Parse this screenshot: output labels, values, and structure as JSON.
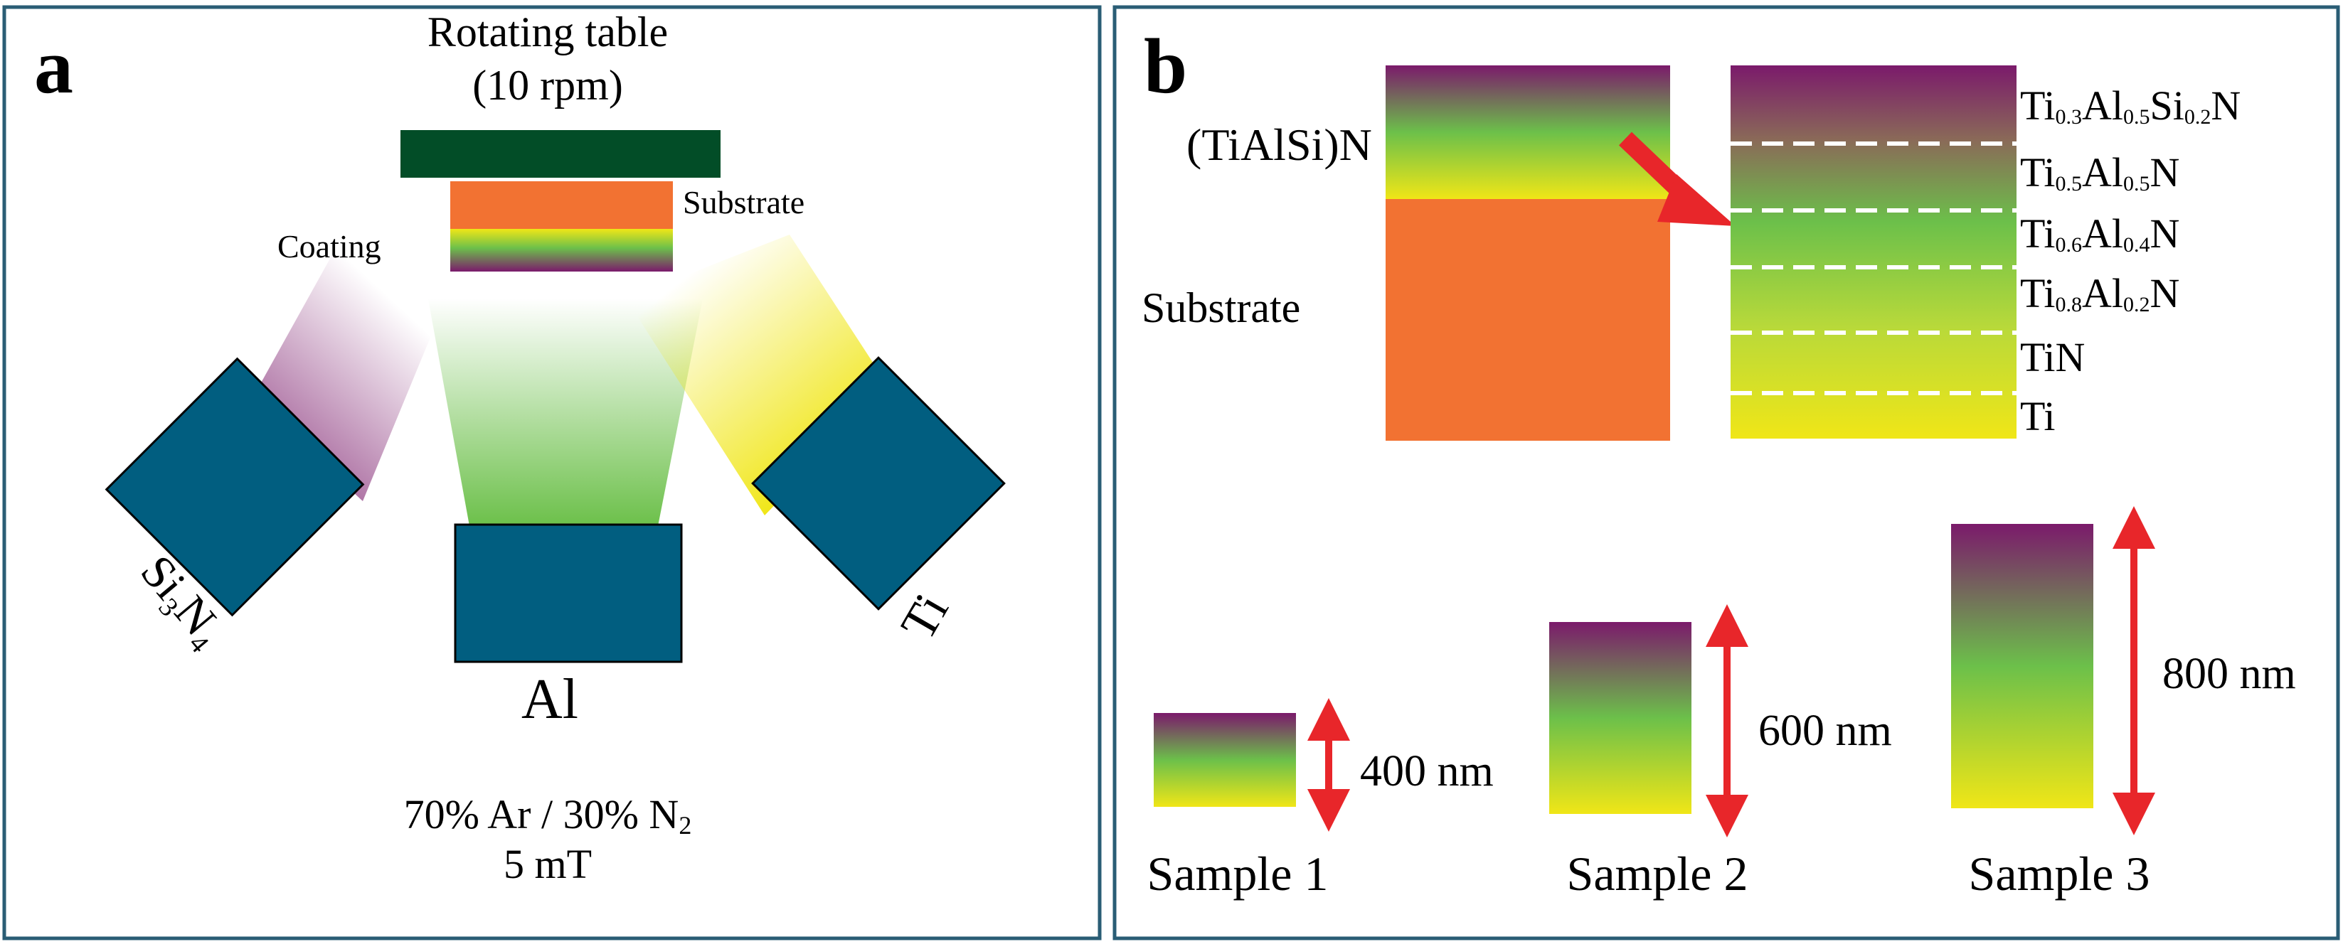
{
  "panel_a": {
    "letter": "a",
    "table_label_line1": "Rotating table",
    "table_label_line2": "(10 rpm)",
    "substrate_label": "Substrate",
    "coating_label": "Coating",
    "target_si3n4": {
      "base": "Si",
      "sub1": "3",
      "mid": "N",
      "sub2": "4"
    },
    "target_al": "Al",
    "target_ti": "Ti",
    "gas": {
      "part1": "70% Ar / 30% N",
      "sub": "2"
    },
    "pressure": "5 mT"
  },
  "panel_b": {
    "letter": "b",
    "coating_label": "(TiAlSi)N",
    "substrate_label": "Substrate",
    "layers": [
      {
        "el1": "Ti",
        "s1": "0.3",
        "el2": "Al",
        "s2": "0.5",
        "el3": "Si",
        "s3": "0.2",
        "el4": "N"
      },
      {
        "el1": "Ti",
        "s1": "0.5",
        "el2": "Al",
        "s2": "0.5",
        "el3": "N"
      },
      {
        "el1": "Ti",
        "s1": "0.6",
        "el2": "Al",
        "s2": "0.4",
        "el3": "N"
      },
      {
        "el1": "Ti",
        "s1": "0.8",
        "el2": "Al",
        "s2": "0.2",
        "el3": "N"
      },
      {
        "el1": "TiN"
      },
      {
        "el1": "Ti"
      }
    ],
    "samples": [
      {
        "name": "Sample 1",
        "thickness": "400 nm"
      },
      {
        "name": "Sample 2",
        "thickness": "600 nm"
      },
      {
        "name": "Sample 3",
        "thickness": "800 nm"
      }
    ]
  },
  "colors": {
    "border": "#2a5d75",
    "target": "#015e80",
    "table": "#024d27",
    "substrate": "#f27232",
    "purple": "#7b1a6b",
    "green": "#6cc04a",
    "yellow": "#f0e617",
    "arrow_red": "#e8262a"
  }
}
